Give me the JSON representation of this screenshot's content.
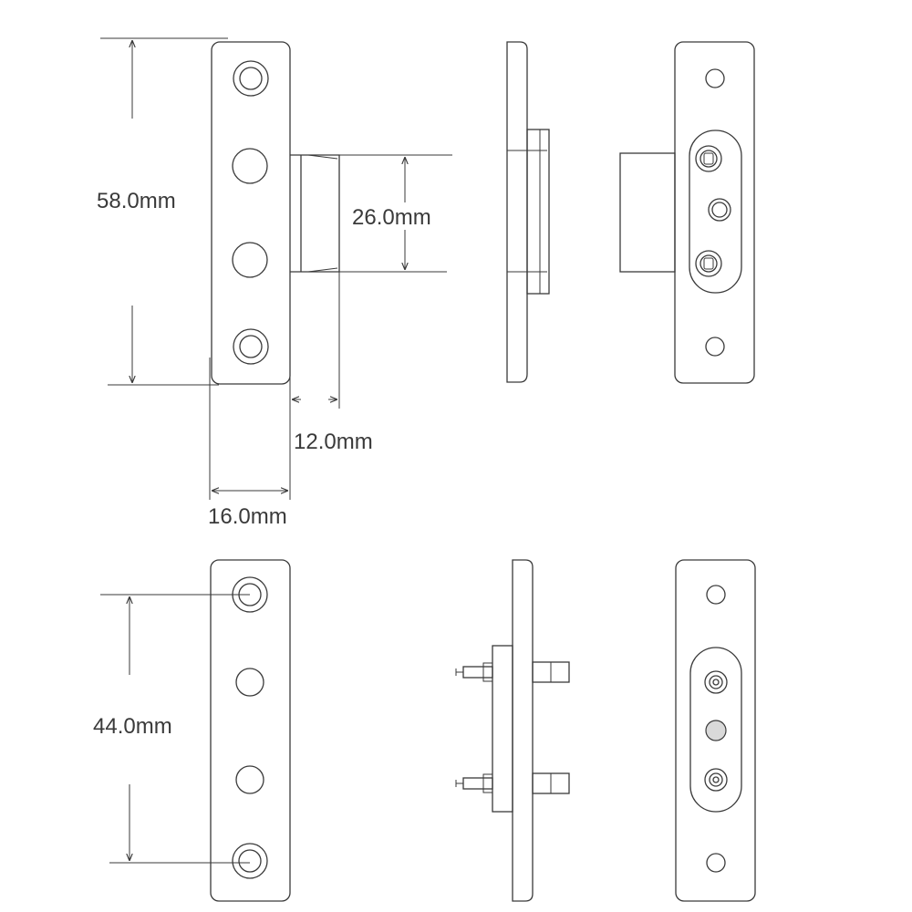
{
  "dimensions": {
    "height_total": "58.0mm",
    "pin_height": "26.0mm",
    "pin_depth": "12.0mm",
    "plate_width": "16.0mm",
    "hole_spacing": "44.0mm"
  },
  "colors": {
    "line": "#3a3a3a",
    "fill_shaded": "#d9d9d9",
    "background": "#ffffff"
  }
}
